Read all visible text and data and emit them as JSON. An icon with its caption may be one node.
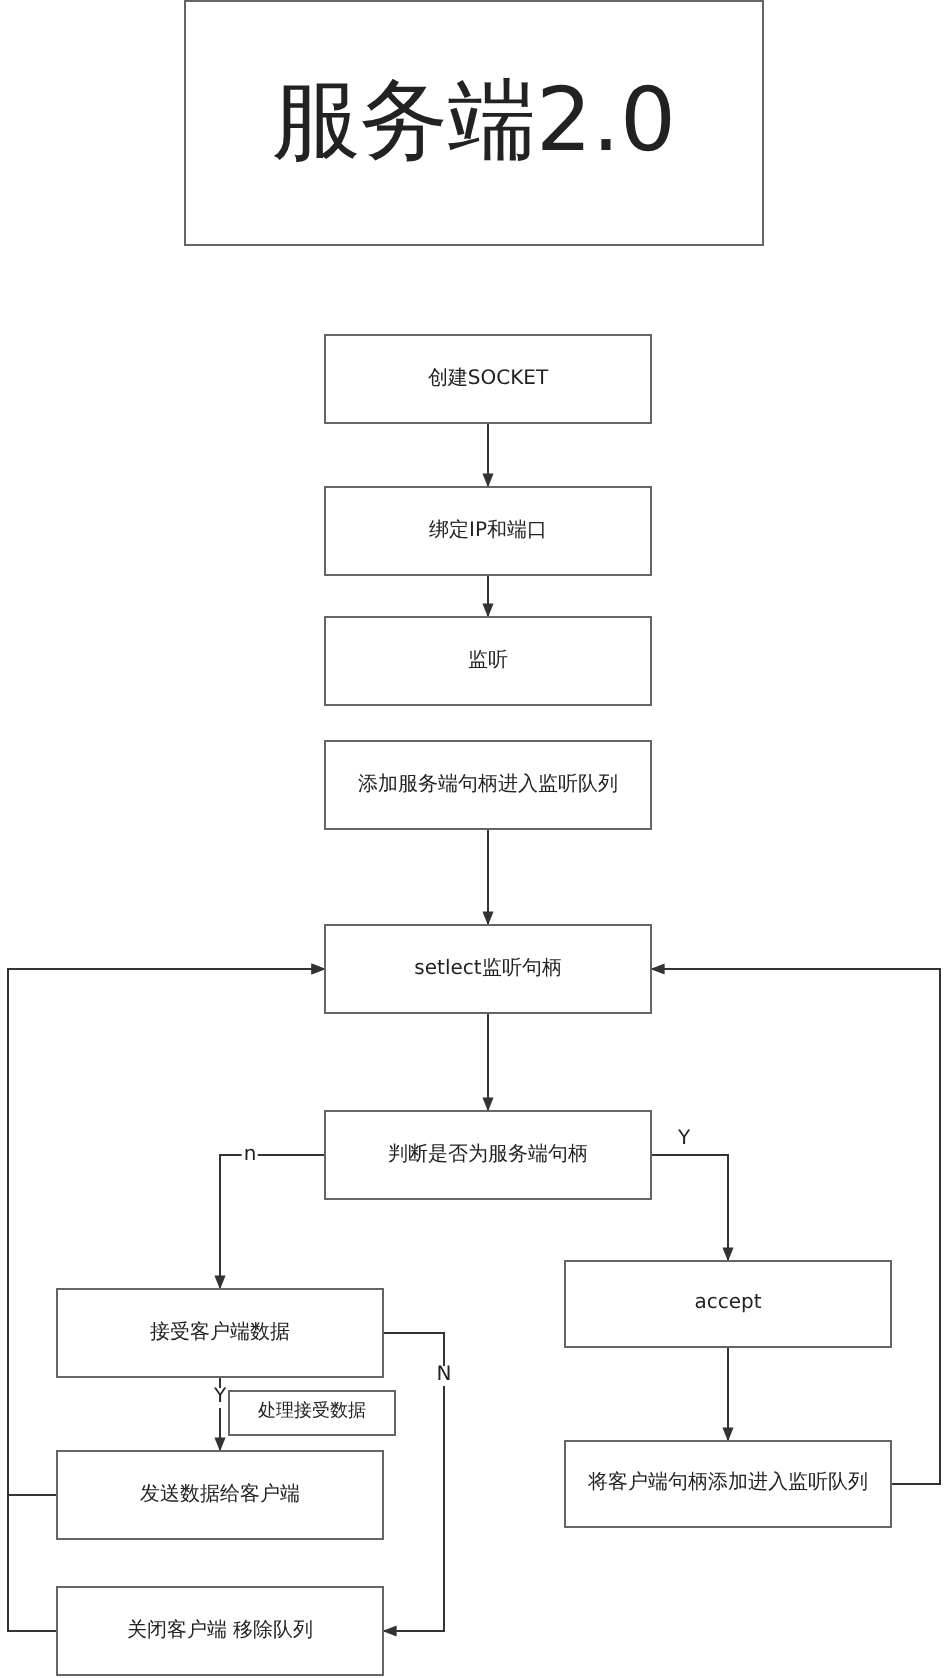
{
  "diagram": {
    "nodes": [
      {
        "text": [
          "服务端2.0"
        ]
      },
      {
        "text": [
          "创建SOCKET"
        ]
      },
      {
        "text": [
          "绑定IP和端口"
        ]
      },
      {
        "text": [
          "监听"
        ]
      },
      {
        "text": [
          "添加服务端句柄进入监听队列"
        ]
      },
      {
        "text": [
          "setlect监听句柄"
        ]
      },
      {
        "text": [
          "判断是否为服务端句柄"
        ]
      },
      {
        "text": [
          "接受客户端数据"
        ]
      },
      {
        "text": [
          "处理接受数据"
        ]
      },
      {
        "text": [
          "发送数据给客户端"
        ]
      },
      {
        "text": [
          "关闭客户端 移除队列"
        ]
      },
      {
        "text": [
          "accept"
        ]
      },
      {
        "text": [
          "将客户端句柄添加进入监听队列"
        ]
      }
    ],
    "edges": [
      {
        "from": 1,
        "to": 2,
        "arrow": "to"
      },
      {
        "from": 2,
        "to": 3,
        "arrow": "to"
      },
      {
        "from": 4,
        "to": 5,
        "arrow": "to"
      },
      {
        "from": 5,
        "to": 6,
        "arrow": "to"
      },
      {
        "from": 6,
        "to": 7,
        "arrow": "to",
        "label": "n"
      },
      {
        "from": 6,
        "to": 11,
        "arrow": "to",
        "label": "Y"
      },
      {
        "from": 7,
        "to": 9,
        "arrow": "to",
        "label": "Y"
      },
      {
        "from": 7,
        "to": 10,
        "arrow": "to",
        "label": "N"
      },
      {
        "from": 9,
        "to": 5,
        "arrow": "to"
      },
      {
        "from": 10,
        "to": 5,
        "arrow": "to"
      },
      {
        "from": 11,
        "to": 12,
        "arrow": "to"
      },
      {
        "from": 12,
        "to": 5,
        "arrow": "to"
      }
    ]
  }
}
